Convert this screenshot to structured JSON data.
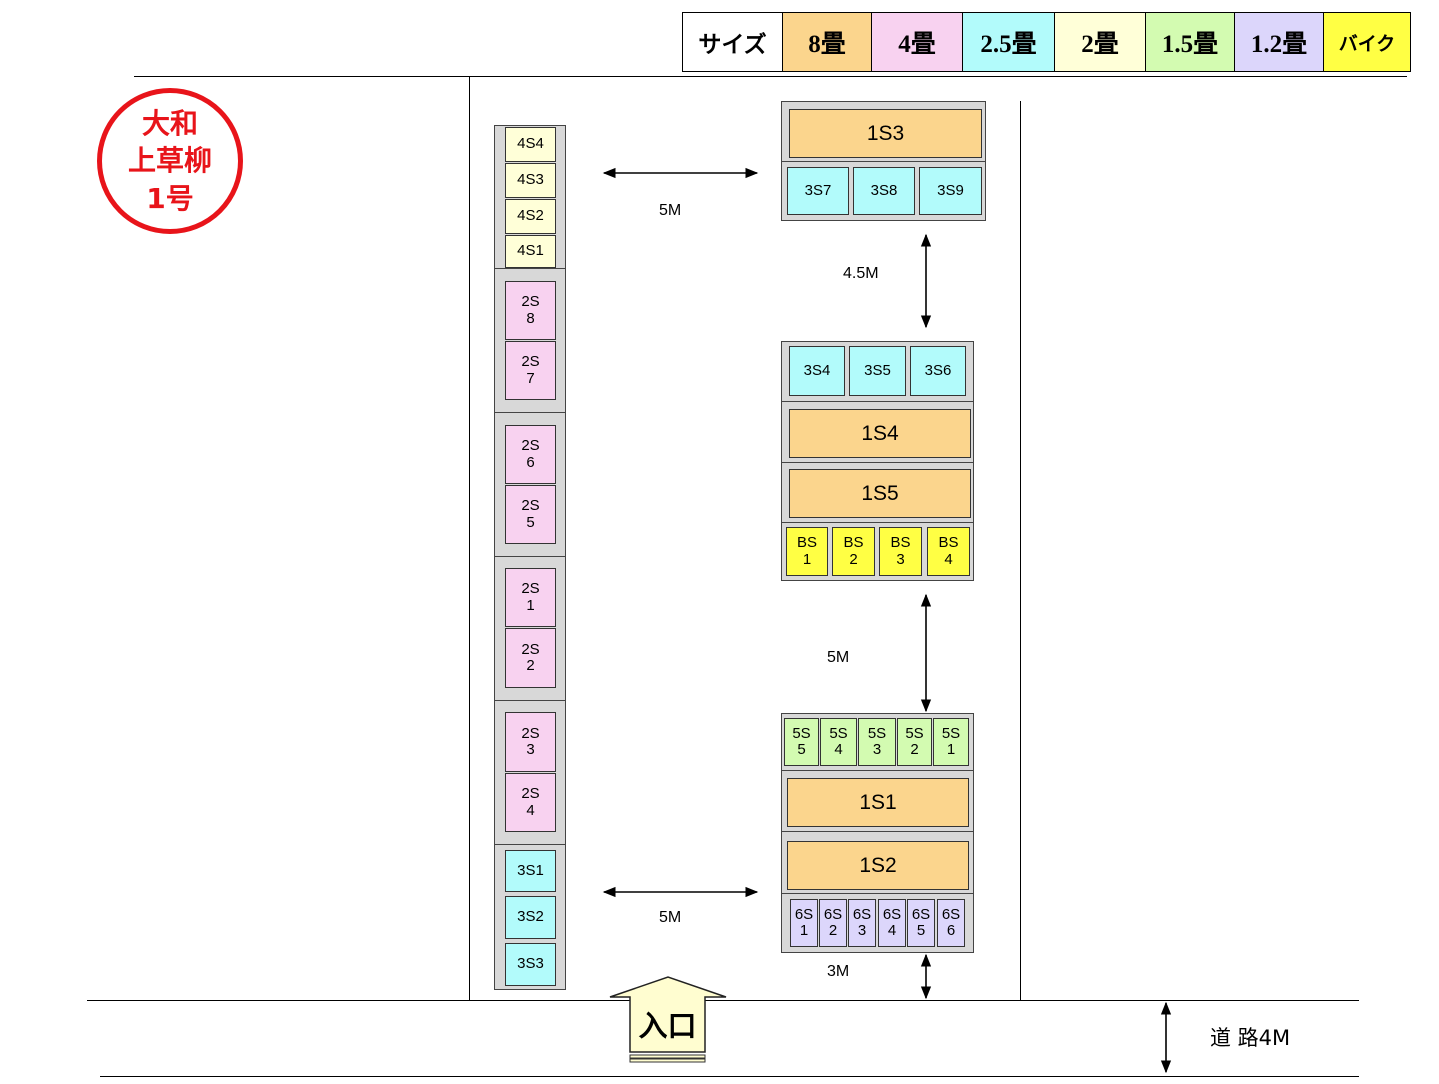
{
  "legend": {
    "header": "サイズ",
    "sizes": [
      {
        "label": "8畳",
        "color": "#fbd58d"
      },
      {
        "label": "4畳",
        "color": "#f8d2f0"
      },
      {
        "label": "2.5畳",
        "color": "#b2fbfb"
      },
      {
        "label": "2畳",
        "color": "#ffffd8"
      },
      {
        "label": "1.5畳",
        "color": "#d3fbb1"
      },
      {
        "label": "1.2畳",
        "color": "#dcd6fb"
      },
      {
        "label": "バイク",
        "color": "#ffff44"
      }
    ]
  },
  "stamp": {
    "line1": "大和",
    "line2": "上草柳",
    "line3": "1号"
  },
  "left_column": {
    "units_4s": [
      "4S4",
      "4S3",
      "4S2",
      "4S1"
    ],
    "units_2s": [
      "2S\n8",
      "2S\n7",
      "2S\n6",
      "2S\n5",
      "2S\n1",
      "2S\n2",
      "2S\n3",
      "2S\n4"
    ],
    "units_3s": [
      "3S1",
      "3S2",
      "3S3"
    ]
  },
  "block_top": {
    "large": "1S3",
    "small": [
      "3S7",
      "3S8",
      "3S9"
    ]
  },
  "block_middle": {
    "small": [
      "3S4",
      "3S5",
      "3S6"
    ],
    "large": [
      "1S4",
      "1S5"
    ],
    "bike": [
      "BS\n1",
      "BS\n2",
      "BS\n3",
      "BS\n4"
    ]
  },
  "block_bottom": {
    "small_15": [
      "5S\n5",
      "5S\n4",
      "5S\n3",
      "5S\n2",
      "5S\n1"
    ],
    "large": [
      "1S1",
      "1S2"
    ],
    "small_12": [
      "6S\n1",
      "6S\n2",
      "6S\n3",
      "6S\n4",
      "6S\n5",
      "6S\n6"
    ]
  },
  "distances": {
    "top_horizontal": "5M",
    "vertical_upper": "4.5M",
    "vertical_middle": "5M",
    "bottom_horizontal": "5M",
    "vertical_bottom": "3M"
  },
  "entrance": "入口",
  "road": "道 路4M"
}
